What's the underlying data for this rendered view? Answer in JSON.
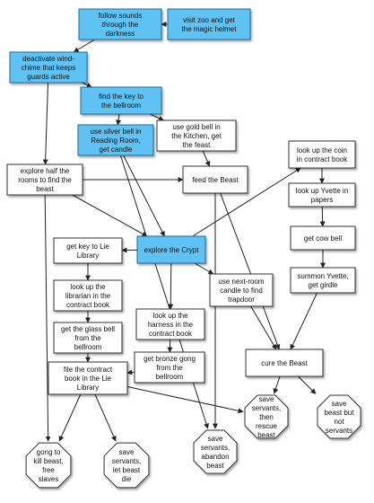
{
  "colors": {
    "highlight_fill": "#5ec2f2",
    "highlight_stroke": "#1f6e9c",
    "normal_fill": "#ffffff",
    "normal_stroke": "#333333",
    "edge": "#222222"
  },
  "nodes": [
    {
      "id": "follow-sounds",
      "shape": "rect",
      "highlight": true,
      "lines": [
        "follow sounds",
        "through the",
        "darkness"
      ]
    },
    {
      "id": "visit-zoo",
      "shape": "rect",
      "highlight": true,
      "lines": [
        "visit zoo and get",
        "the magic helmet"
      ]
    },
    {
      "id": "deactivate-wind-chime",
      "shape": "rect",
      "highlight": true,
      "lines": [
        "deactivate wind-",
        "chime that keeps",
        "guards active"
      ]
    },
    {
      "id": "find-bellroom-key",
      "shape": "rect",
      "highlight": true,
      "lines": [
        "find the key to",
        "the bellroom"
      ]
    },
    {
      "id": "use-silver-bell",
      "shape": "rect",
      "highlight": true,
      "lines": [
        "use silver bell in",
        "Reading Room,",
        "get candle"
      ]
    },
    {
      "id": "use-gold-bell",
      "shape": "rect",
      "highlight": false,
      "lines": [
        "use gold bell in",
        "the Kitchen, get",
        "the feast"
      ]
    },
    {
      "id": "explore-half-rooms",
      "shape": "rect",
      "highlight": false,
      "lines": [
        "explore half the",
        "rooms to find the",
        "beast"
      ]
    },
    {
      "id": "feed-beast",
      "shape": "rect",
      "highlight": false,
      "lines": [
        "feed the Beast"
      ]
    },
    {
      "id": "look-up-coin",
      "shape": "rect",
      "highlight": false,
      "lines": [
        "look up the coin",
        "in contract book"
      ]
    },
    {
      "id": "look-up-yvette",
      "shape": "rect",
      "highlight": false,
      "lines": [
        "look up Yvette in",
        "papers"
      ]
    },
    {
      "id": "get-cow-bell",
      "shape": "rect",
      "highlight": false,
      "lines": [
        "get cow bell"
      ]
    },
    {
      "id": "summon-yvette",
      "shape": "rect",
      "highlight": false,
      "lines": [
        "summon Yvette,",
        "get girdle"
      ]
    },
    {
      "id": "get-lie-library-key",
      "shape": "rect",
      "highlight": false,
      "lines": [
        "get key to Lie",
        "Library"
      ]
    },
    {
      "id": "explore-crypt",
      "shape": "rect",
      "highlight": true,
      "lines": [
        "explore the Crypt"
      ]
    },
    {
      "id": "use-next-room-candle",
      "shape": "rect",
      "highlight": false,
      "lines": [
        "use next-room",
        "candle to find",
        "trapdoor"
      ]
    },
    {
      "id": "look-up-librarian",
      "shape": "rect",
      "highlight": false,
      "lines": [
        "look up the",
        "librarian in the",
        "contract book"
      ]
    },
    {
      "id": "look-up-harness",
      "shape": "rect",
      "highlight": false,
      "lines": [
        "look up the",
        "harness in the",
        "contract book"
      ]
    },
    {
      "id": "get-glass-bell",
      "shape": "rect",
      "highlight": false,
      "lines": [
        "get the glass bell",
        "from the",
        "bellroom"
      ]
    },
    {
      "id": "get-bronze-gong",
      "shape": "rect",
      "highlight": false,
      "lines": [
        "get bronze gong",
        "from the",
        "bellroom"
      ]
    },
    {
      "id": "cure-beast",
      "shape": "rect",
      "highlight": false,
      "lines": [
        "cure the Beast"
      ]
    },
    {
      "id": "file-contract-book",
      "shape": "rect",
      "highlight": false,
      "lines": [
        "file the contract",
        "book in the Lie",
        "Library"
      ]
    },
    {
      "id": "end-save-servants-rescue",
      "shape": "octagon",
      "highlight": false,
      "lines": [
        "save",
        "servants,",
        "then",
        "rescue",
        "beast"
      ]
    },
    {
      "id": "end-save-beast-not-servants",
      "shape": "octagon",
      "highlight": false,
      "lines": [
        "save",
        "beast  but",
        "not",
        "servants"
      ]
    },
    {
      "id": "end-save-servants-abandon",
      "shape": "octagon",
      "highlight": false,
      "lines": [
        "save",
        "servants,",
        "abandon",
        "beast"
      ]
    },
    {
      "id": "end-gong-kill-beast",
      "shape": "octagon",
      "highlight": false,
      "lines": [
        "gong to",
        "kill beast,",
        "free",
        "slaves"
      ]
    },
    {
      "id": "end-save-servants-beast-die",
      "shape": "octagon",
      "highlight": false,
      "lines": [
        "save",
        "servants,",
        "let beast",
        "die"
      ]
    }
  ],
  "edges": [
    [
      "visit-zoo",
      "follow-sounds"
    ],
    [
      "follow-sounds",
      "deactivate-wind-chime"
    ],
    [
      "deactivate-wind-chime",
      "find-bellroom-key"
    ],
    [
      "find-bellroom-key",
      "use-silver-bell"
    ],
    [
      "find-bellroom-key",
      "use-gold-bell"
    ],
    [
      "deactivate-wind-chime",
      "explore-half-rooms"
    ],
    [
      "use-gold-bell",
      "feed-beast"
    ],
    [
      "explore-half-rooms",
      "feed-beast"
    ],
    [
      "use-silver-bell",
      "explore-crypt"
    ],
    [
      "explore-half-rooms",
      "explore-crypt"
    ],
    [
      "explore-crypt",
      "look-up-coin"
    ],
    [
      "look-up-coin",
      "look-up-yvette"
    ],
    [
      "look-up-yvette",
      "get-cow-bell"
    ],
    [
      "get-cow-bell",
      "summon-yvette"
    ],
    [
      "summon-yvette",
      "cure-beast"
    ],
    [
      "explore-crypt",
      "get-lie-library-key"
    ],
    [
      "explore-crypt",
      "use-next-room-candle"
    ],
    [
      "explore-crypt",
      "look-up-harness"
    ],
    [
      "use-next-room-candle",
      "cure-beast"
    ],
    [
      "feed-beast",
      "cure-beast"
    ],
    [
      "get-lie-library-key",
      "look-up-librarian"
    ],
    [
      "look-up-librarian",
      "get-glass-bell"
    ],
    [
      "get-glass-bell",
      "file-contract-book"
    ],
    [
      "look-up-harness",
      "get-bronze-gong"
    ],
    [
      "get-bronze-gong",
      "file-contract-book"
    ],
    [
      "cure-beast",
      "end-save-servants-rescue"
    ],
    [
      "cure-beast",
      "end-save-beast-not-servants"
    ],
    [
      "feed-beast",
      "end-save-servants-abandon"
    ],
    [
      "use-silver-bell",
      "end-save-servants-abandon"
    ],
    [
      "explore-half-rooms",
      "end-gong-kill-beast"
    ],
    [
      "file-contract-book",
      "end-gong-kill-beast"
    ],
    [
      "file-contract-book",
      "end-save-servants-beast-die"
    ],
    [
      "file-contract-book",
      "end-save-servants-rescue"
    ]
  ]
}
